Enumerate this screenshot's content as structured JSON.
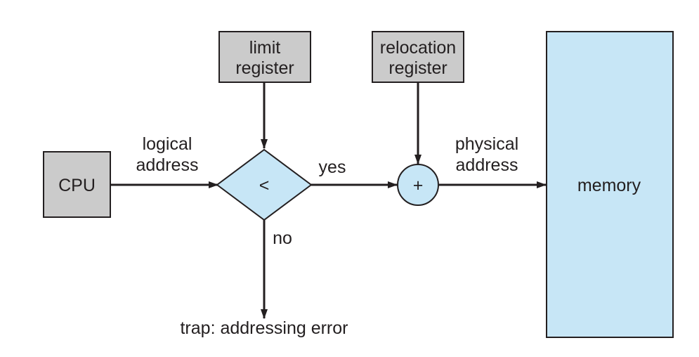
{
  "nodes": {
    "cpu": {
      "label": "CPU"
    },
    "limit_register": {
      "lines": [
        "limit",
        "register"
      ]
    },
    "relocation_register": {
      "lines": [
        "relocation",
        "register"
      ]
    },
    "comparator": {
      "symbol": "<"
    },
    "adder": {
      "symbol": "+"
    },
    "memory": {
      "label": "memory"
    }
  },
  "edges": {
    "logical_address": {
      "lines": [
        "logical",
        "address"
      ]
    },
    "physical_address": {
      "lines": [
        "physical",
        "address"
      ]
    },
    "yes": {
      "label": "yes"
    },
    "no": {
      "label": "no"
    },
    "trap": {
      "label": "trap: addressing error"
    }
  },
  "colors": {
    "gray_box": "#cbcbcb",
    "blue_fill": "#c7e6f6",
    "stroke": "#231f20"
  }
}
